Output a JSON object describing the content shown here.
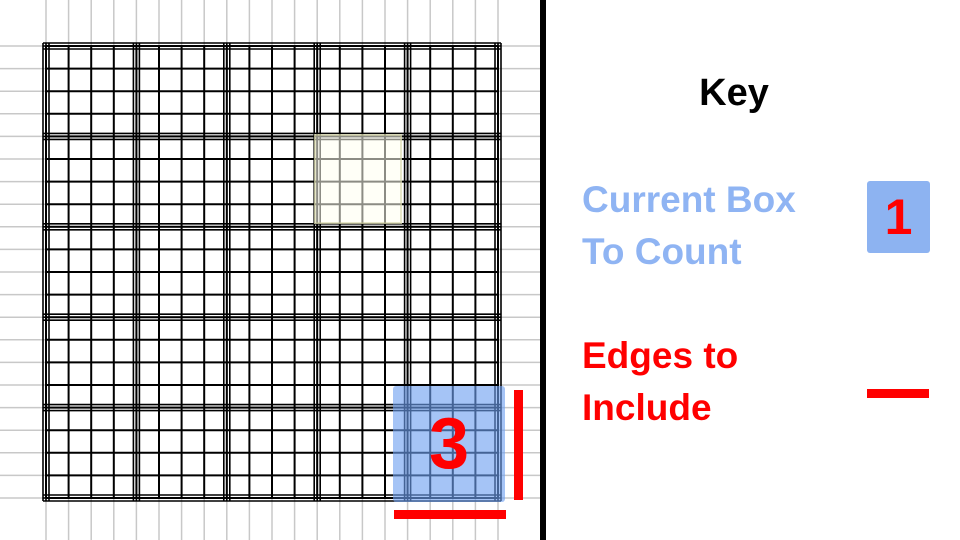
{
  "key": {
    "title": "Key",
    "current_box_label": [
      "Current Box",
      "To Count"
    ],
    "current_box_example_number": "1",
    "edges_label": [
      "Edges to",
      "Include"
    ]
  },
  "diagram": {
    "counted_box_number": "3",
    "colors": {
      "current_box": "#8db3f1",
      "edge": "#ff0000",
      "grid_line": "#000000",
      "faint_line": "#c8c8c8"
    }
  }
}
